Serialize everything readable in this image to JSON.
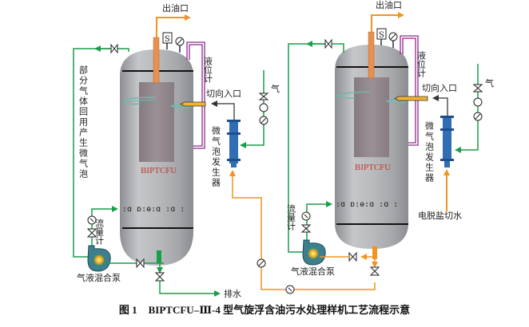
{
  "figure": {
    "number": "图 1",
    "title": "BIPTCFU–Ⅲ-4 型气旋浮含油污水处理样机工艺流程示意"
  },
  "colors": {
    "gas_line": "#1a9e4a",
    "water_line": "#f29421",
    "level_gauge": "#8e2a8e",
    "oil_pipe": "#e8904c",
    "generator": "#2f6db5",
    "inlet_nozzle": "#f2b233",
    "tank_text": "#c0392b"
  },
  "tanks": [
    {
      "id": "left",
      "tank_label": "BIPTCFU",
      "oil_outlet": "出油口",
      "level_gauge": "液位计",
      "tangential_inlet": "切向入口",
      "bubble_generator": "微气泡发生器",
      "gas_inlet": "气",
      "flowmeter": "流量计",
      "pump": "气液混合泵",
      "recycle_note": "部分气体回用产生微气泡",
      "drain": "排水",
      "switch_icon": "S"
    },
    {
      "id": "right",
      "tank_label": "BIPTCFU",
      "oil_outlet": "出油口",
      "level_gauge": "液位计",
      "tangential_inlet": "切向入口",
      "bubble_generator": "微气泡发生器",
      "gas_inlet": "气",
      "flowmeter": "流量计",
      "pump": "气液混合泵",
      "feed_water": "电脱盐切水",
      "switch_icon": "S"
    }
  ]
}
